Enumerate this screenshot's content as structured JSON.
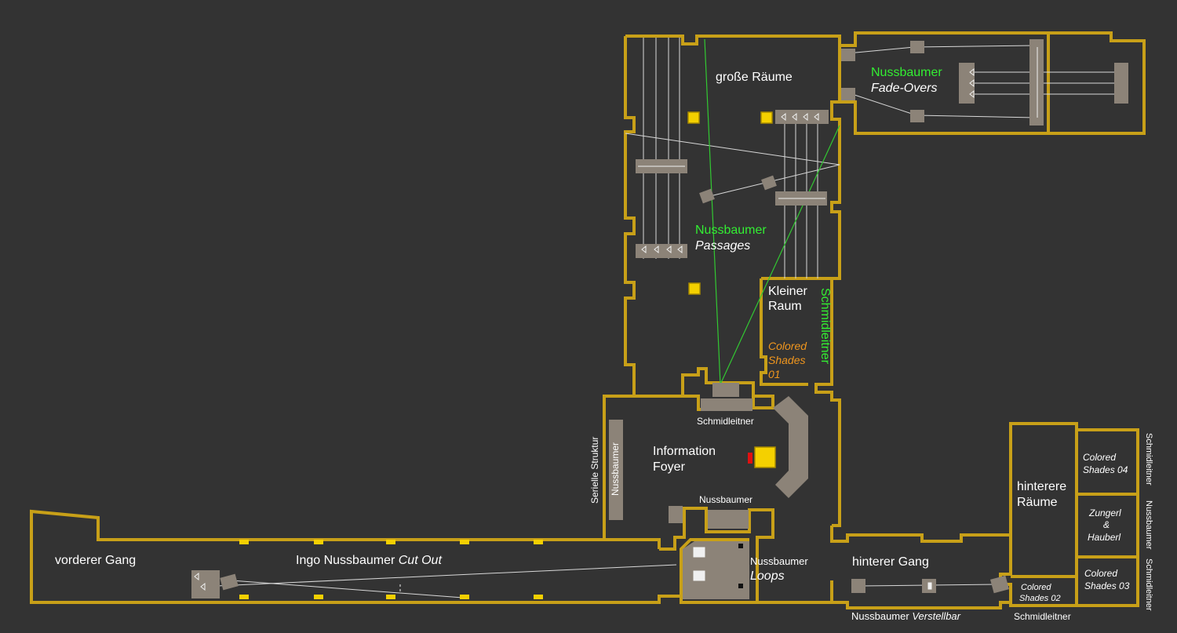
{
  "colors": {
    "background": "#333333",
    "wall": "#c8a018",
    "artist_label": "#33ee33",
    "work_label_orange": "#f0961e",
    "device": "#8c8378",
    "lamp": "#f4d000",
    "alert": "#e01010"
  },
  "rooms": {
    "grosse_raeume": "große Räume",
    "kleiner_raum_1": "Kleiner",
    "kleiner_raum_2": "Raum",
    "info_1": "Information",
    "info_2": "Foyer",
    "hinterere_1": "hinterere",
    "hinterere_2": "Räume",
    "vorderer_gang": "vorderer Gang",
    "hinterer_gang": "hinterer Gang"
  },
  "works": {
    "fade_artist": "Nussbaumer",
    "fade_title": "Fade-Overs",
    "passages_artist": "Nussbaumer",
    "passages_title": "Passages",
    "schmid_vertical": "Schmidleitner",
    "colored01_1": "Colored",
    "colored01_2": "Shades",
    "colored01_3": "01",
    "schmid_foyer": "Schmidleitner",
    "nussbaumer_foyer": "Nussbaumer",
    "serielle": "Serielle Struktur",
    "nussbaumer_vertical": "Nussbaumer",
    "cutout_artist": "Ingo Nussbaumer",
    "cutout_title": "Cut Out",
    "loops_artist": "Nussbaumer",
    "loops_title": "Loops",
    "verstellbar_artist": "Nussbaumer",
    "verstellbar_title": "Verstellbar",
    "colored02_1": "Colored",
    "colored02_2": "Shades 02",
    "schmid_bottom": "Schmidleitner",
    "colored04_1": "Colored",
    "colored04_2": "Shades 04",
    "zungerl_1": "Zungerl",
    "zungerl_amp": "&",
    "zungerl_2": "Hauberl",
    "colored03_1": "Colored",
    "colored03_2": "Shades 03",
    "side_schmid_1": "Schmidleitner",
    "side_nussbaumer": "Nussbaumer",
    "side_schmid_2": "Schmidleitner"
  }
}
